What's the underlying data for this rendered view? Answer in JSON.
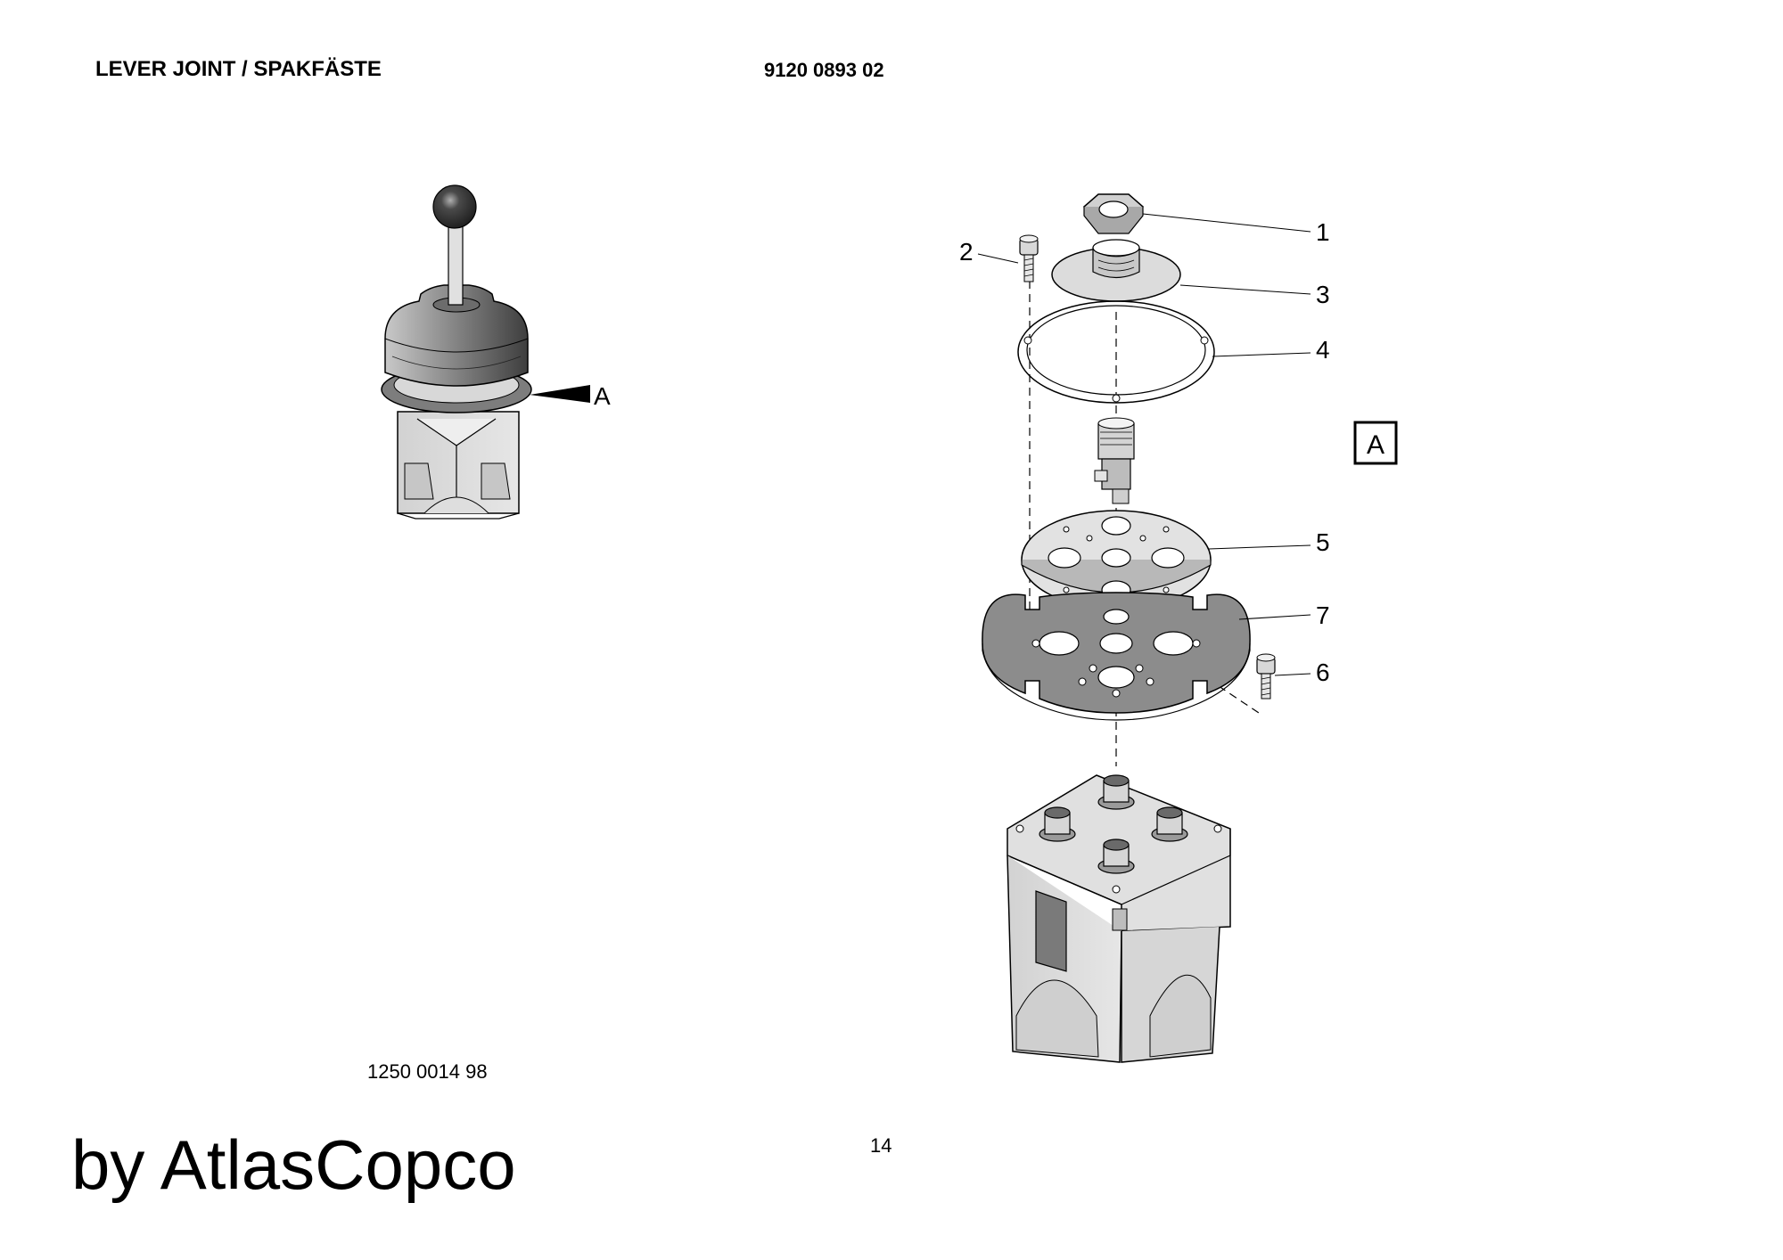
{
  "header": {
    "title": "LEVER JOINT / SPAKFÄSTE",
    "part_number": "9120 0893 02"
  },
  "overview": {
    "callout_label": "A"
  },
  "exploded_view": {
    "view_marker": "A",
    "callouts": [
      {
        "id": "1",
        "label": "1"
      },
      {
        "id": "2",
        "label": "2"
      },
      {
        "id": "3",
        "label": "3"
      },
      {
        "id": "4",
        "label": "4"
      },
      {
        "id": "5",
        "label": "5"
      },
      {
        "id": "6",
        "label": "6"
      },
      {
        "id": "7",
        "label": "7"
      }
    ]
  },
  "footer": {
    "drawing_number": "1250 0014 98",
    "page_number": "14",
    "brand": "by AtlasCopco"
  },
  "colors": {
    "ink": "#000000",
    "dark_part": "#6e6e6e",
    "light_part": "#dcdcdc",
    "mid_part": "#b4b4b4"
  }
}
